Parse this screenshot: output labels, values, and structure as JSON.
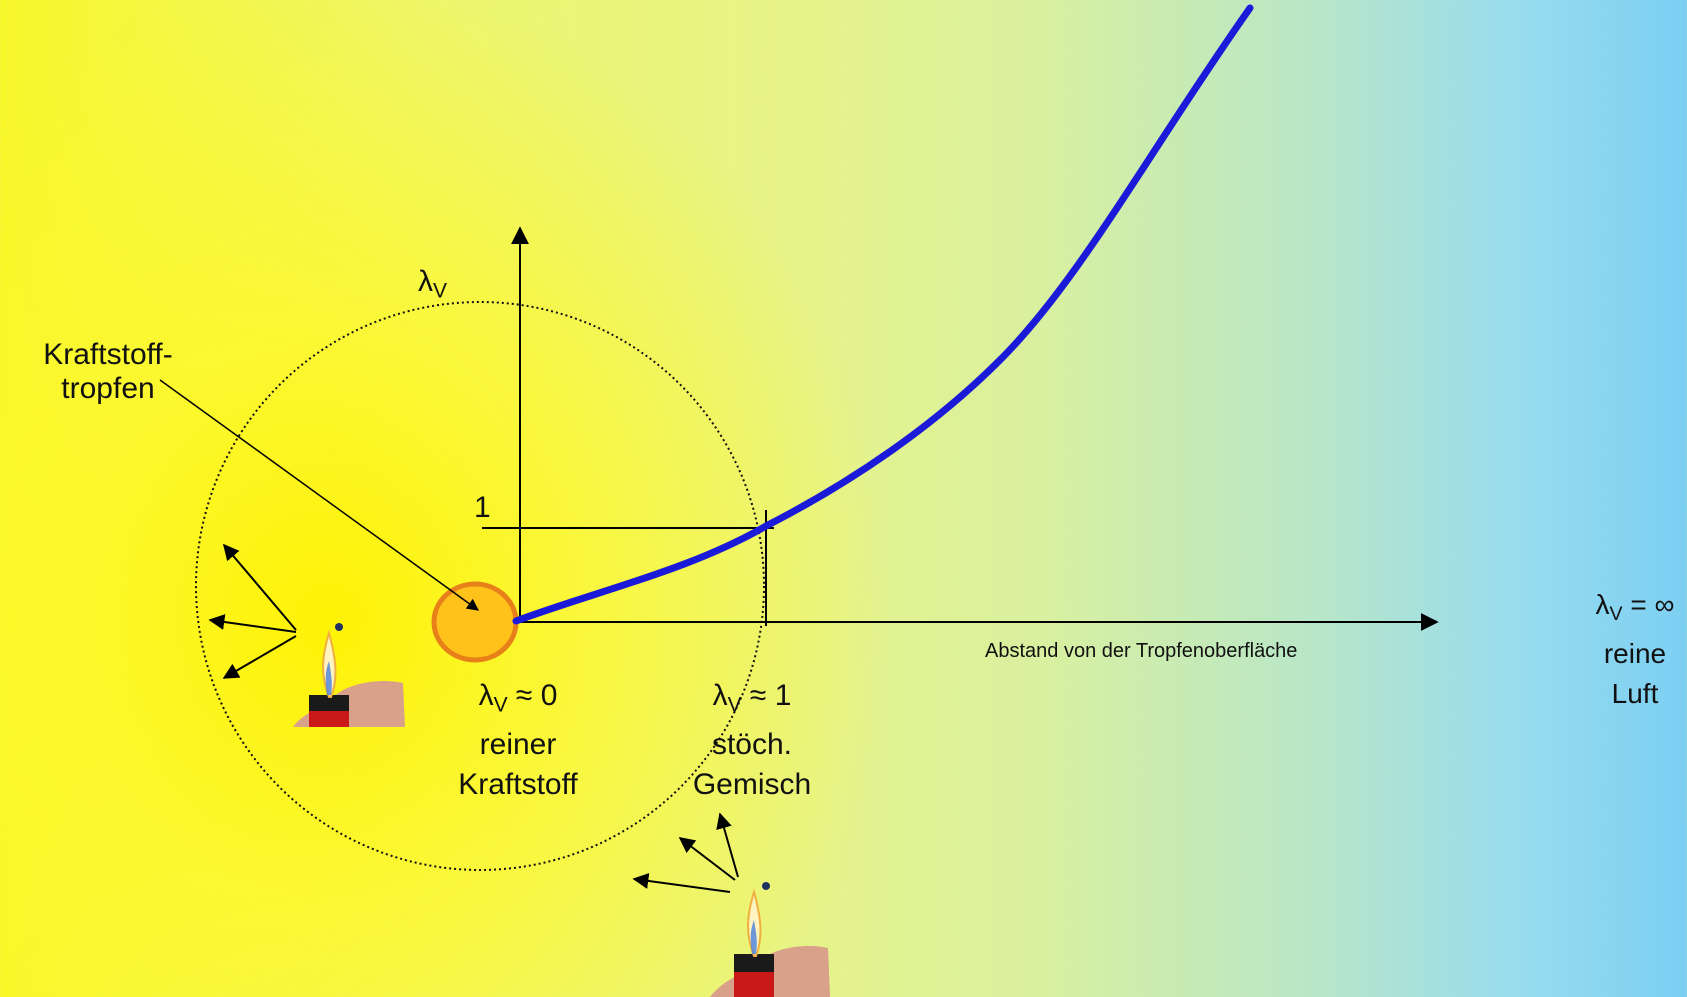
{
  "labels": {
    "axis_y": "λ",
    "axis_y_sub": "V",
    "axis_x": "Abstand von der Tropfenoberfläche",
    "tick_one": "1",
    "droplet_line1": "Kraftstoff-",
    "droplet_line2": "tropfen",
    "zone0_lambda": "λ",
    "zone0_sub": "V",
    "zone0_value": " ≈ 0",
    "zone0_line2": "reiner",
    "zone0_line3": "Kraftstoff",
    "zone1_lambda": "λ",
    "zone1_sub": "V",
    "zone1_value": " ≈ 1",
    "zone1_line2": "stöch.",
    "zone1_line3": "Gemisch",
    "zoneinf_lambda": "λ",
    "zoneinf_sub": "V",
    "zoneinf_value": " = ∞",
    "zoneinf_line2": "reine",
    "zoneinf_line3": "Luft"
  },
  "colors": {
    "curve": "#1a1ad8",
    "droplet_fill": "#ffc21a",
    "droplet_stroke": "#e8801a"
  },
  "icons": [
    "lighter-icon",
    "lighter-icon"
  ]
}
